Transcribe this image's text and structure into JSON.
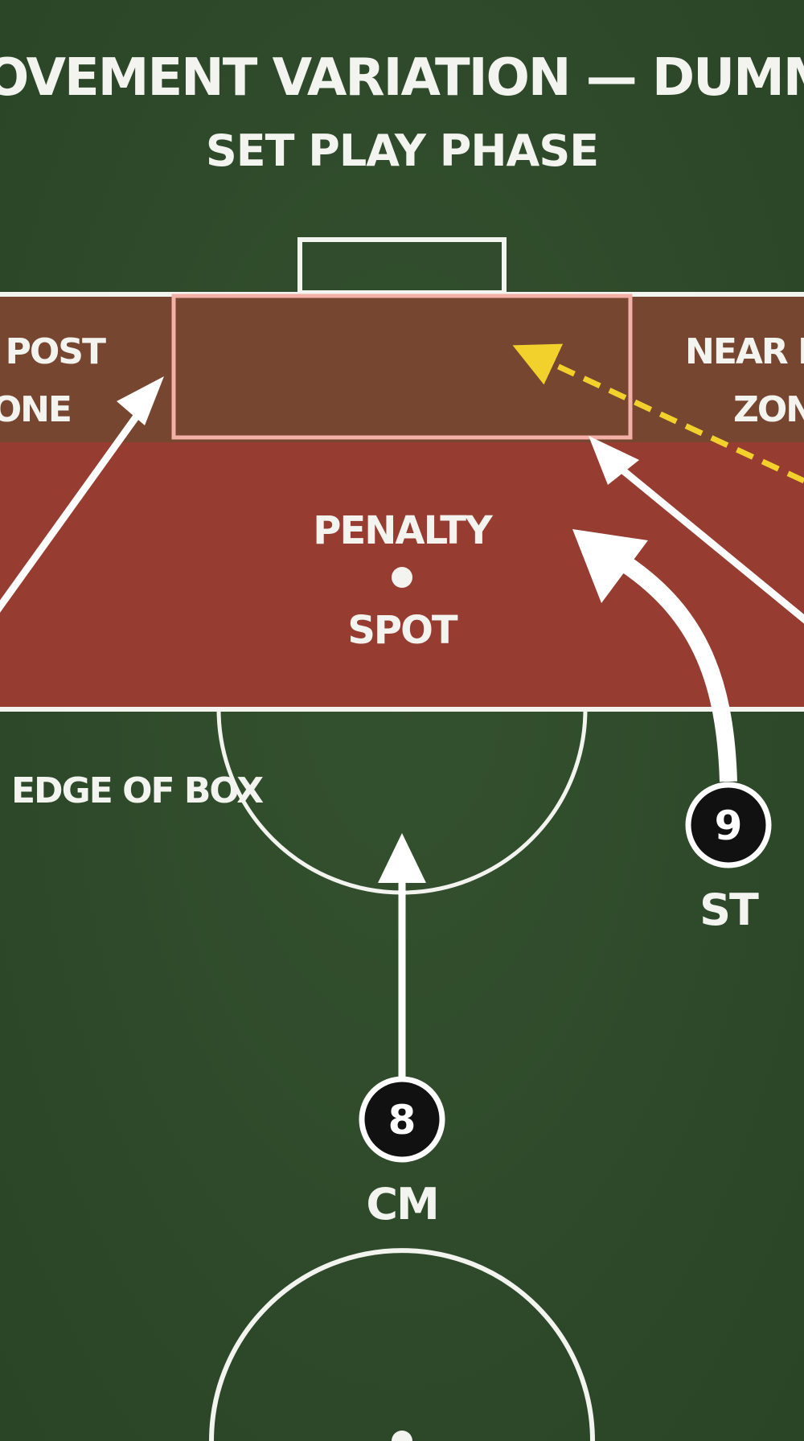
{
  "title": "MOVEMENT VARIATION — DUMMY",
  "subtitle": "SET PLAY PHASE",
  "zones": {
    "left_line1": "NEAR POST",
    "left_line2": "ZONE",
    "right_line1": "NEAR POST",
    "right_line2": "ZONE"
  },
  "penalty": {
    "line1": "PENALTY",
    "line2": "SPOT"
  },
  "edge_of_box": "EDGE OF BOX",
  "players": [
    {
      "number": "9",
      "role": "ST"
    },
    {
      "number": "8",
      "role": "CM"
    }
  ],
  "colors": {
    "pitch": "#2f4a2b",
    "penalty_area": "#973c31",
    "six_yard_zone": "#774631",
    "lines": "#f3f3ef",
    "run_arrow": "#ffffff",
    "ball_arrow": "#f2d12c",
    "player_fill": "#111111"
  }
}
